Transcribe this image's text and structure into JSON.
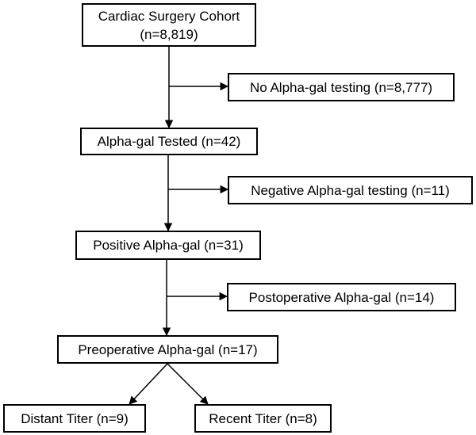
{
  "boxes": {
    "cohort": {
      "line1": "Cardiac Surgery Cohort",
      "line2": "(n=8,819)"
    },
    "no_testing": "No Alpha-gal testing (n=8,777)",
    "tested": "Alpha-gal Tested (n=42)",
    "negative": "Negative Alpha-gal testing (n=11)",
    "positive": "Positive Alpha-gal (n=31)",
    "postoperative": "Postoperative Alpha-gal (n=14)",
    "preoperative": "Preoperative Alpha-gal (n=17)",
    "distant": "Distant Titer (n=9)",
    "recent": "Recent Titer (n=8)"
  },
  "colors": {
    "stroke": "#000000",
    "fill": "#ffffff"
  }
}
